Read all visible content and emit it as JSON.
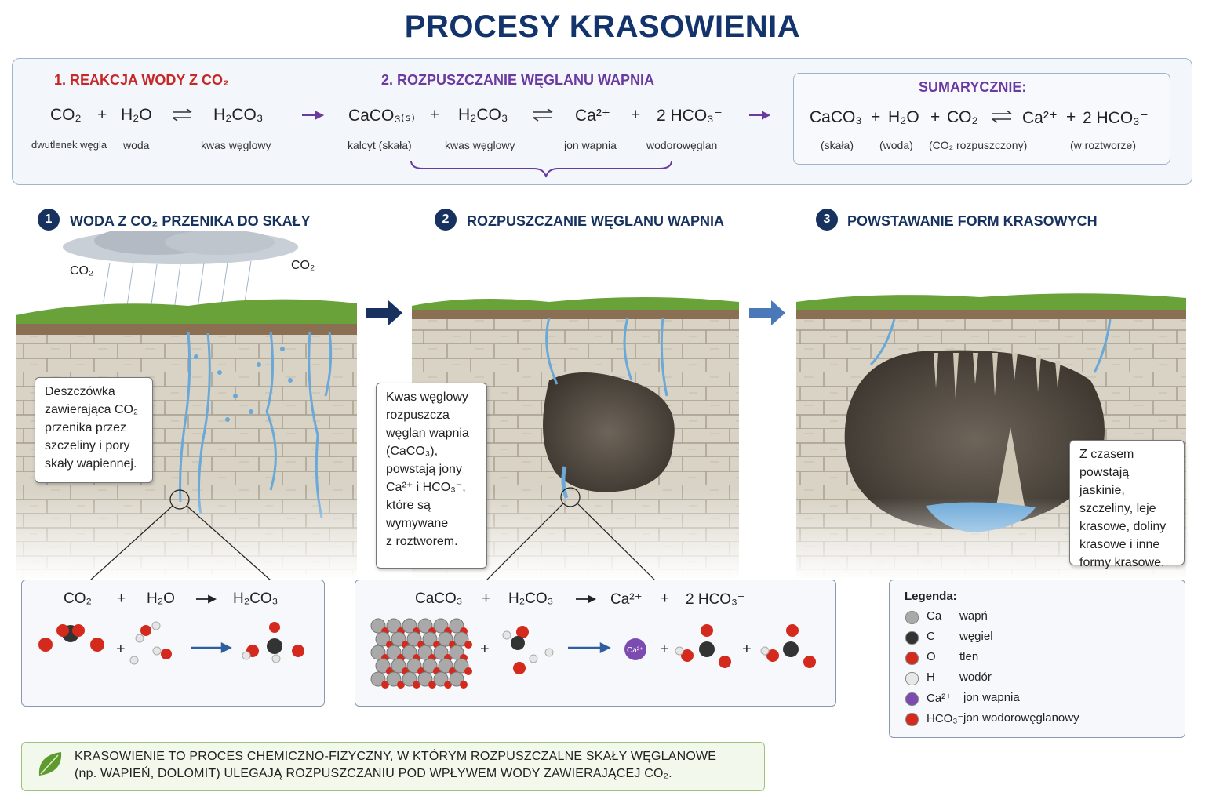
{
  "title": "PROCESY KRASOWIENIA",
  "reactions": {
    "r1_title": "1. REAKCJA WODY Z CO₂",
    "r1": [
      {
        "f": "CO₂",
        "label": "dwutlenek węgla"
      },
      {
        "f": "H₂O",
        "label": "woda"
      },
      {
        "f": "H₂CO₃",
        "label": "kwas węglowy"
      }
    ],
    "r2_title": "2. ROZPUSZCZANIE WĘGLANU WAPNIA",
    "r2": [
      {
        "f": "CaCO₃₍ₛ₎",
        "label": "kalcyt (skała)"
      },
      {
        "f": "H₂CO₃",
        "label": "kwas węglowy"
      },
      {
        "f": "Ca²⁺",
        "label": "jon wapnia"
      },
      {
        "f": "2 HCO₃⁻",
        "label": "wodorowęglan"
      }
    ],
    "sum_title": "SUMARYCZNIE:",
    "sum": [
      {
        "f": "CaCO₃",
        "label": "(skała)"
      },
      {
        "f": "H₂O",
        "label": "(woda)"
      },
      {
        "f": "CO₂",
        "label": "(CO₂ rozpuszczony)"
      },
      {
        "f": "Ca²⁺",
        "label": ""
      },
      {
        "f": "2 HCO₃⁻",
        "label": "(w roztworze)"
      }
    ],
    "plus": "+"
  },
  "steps": [
    {
      "num": "1",
      "title": "WODA Z CO₂ PRZENIKA DO SKAŁY",
      "callout": "Deszczówka\nzawierająca CO₂\nprzenika przez\nszczeliny i pory\nskały wapiennej.",
      "cloud_labels": [
        "CO₂",
        "CO₂"
      ]
    },
    {
      "num": "2",
      "title": "ROZPUSZCZANIE WĘGLANU WAPNIA",
      "callout": "Kwas węglowy\nrozpuszcza\nwęglan wapnia\n(CaCO₃),\npowstają jony\nCa²⁺ i HCO₃⁻,\nktóre są\nwymywane\nz roztworem."
    },
    {
      "num": "3",
      "title": "POWSTAWANIE FORM KRASOWYCH",
      "callout": "Z czasem\npowstają jaskinie,\nszczeliny, leje\nkrasowe, doliny\nkrasowe i inne\nformy krasowe."
    }
  ],
  "molecules": {
    "box1": [
      "CO₂",
      "+",
      "H₂O",
      "H₂CO₃"
    ],
    "box2": [
      "CaCO₃",
      "+",
      "H₂CO₃",
      "Ca²⁺",
      "+",
      "2 HCO₃⁻"
    ],
    "ca_ion_label": "Ca²⁺"
  },
  "legend": {
    "title": "Legenda:",
    "items": [
      {
        "sym": "Ca",
        "name": "wapń",
        "color": "#a9a9a9"
      },
      {
        "sym": "C",
        "name": "węgiel",
        "color": "#333333"
      },
      {
        "sym": "O",
        "name": "tlen",
        "color": "#d42a1e"
      },
      {
        "sym": "H",
        "name": "wodór",
        "color": "#e8e8e8"
      },
      {
        "sym": "Ca²⁺",
        "name": "jon wapnia",
        "color": "#7b4bb0"
      },
      {
        "sym": "HCO₃⁻",
        "name": "jon wodorowęglanowy",
        "color": "#d42a1e"
      }
    ]
  },
  "footer": "KRASOWIENIE TO PROCES CHEMICZNO-FIZYCZNY, W KTÓRYM ROZPUSZCZALNE SKAŁY WĘGLANOWE\n(np. WAPIEŃ, DOLOMIT) ULEGAJĄ ROZPUSZCZANIU POD WPŁYWEM WODY ZAWIERAJĄCEJ CO₂.",
  "colors": {
    "navy": "#12336b",
    "red": "#c62828",
    "purple": "#6a3aa0",
    "rock": "#d8d2c6",
    "grass": "#5e9a2e",
    "water": "#6aa8d8"
  }
}
